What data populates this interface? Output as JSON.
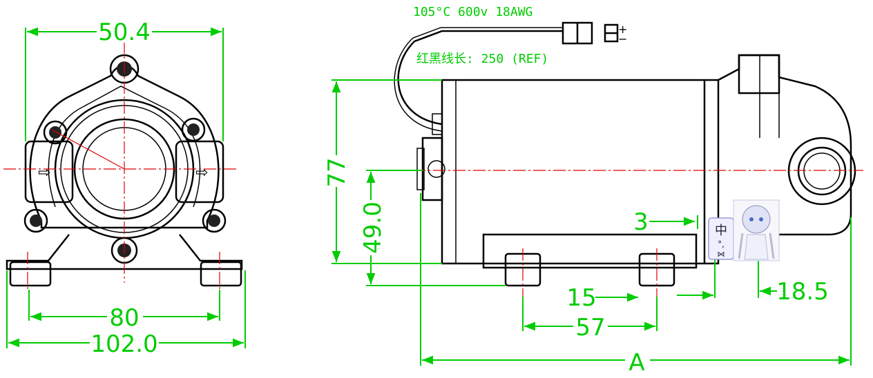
{
  "front_view": {
    "dim_width": "50.4",
    "dim_mount_spacing": "80",
    "dim_overall_width": "102.0"
  },
  "side_view": {
    "wire_spec": "105°C 600v 18AWG",
    "wire_length": "红黑线长: 250 (REF)",
    "polarity_plus": "+",
    "polarity_minus": "−",
    "dim_height": "77",
    "dim_center_height": "49.0",
    "dim_offset": "3",
    "dim_foot_spacing": "15",
    "dim_foot_span": "57",
    "dim_port": "18.5",
    "dim_overall_length": "A"
  },
  "ime_badge": {
    "char": "中",
    "punct": "°,"
  },
  "colors": {
    "dimension": "#00cc00",
    "centerline": "#e00000",
    "outline": "#000000"
  }
}
